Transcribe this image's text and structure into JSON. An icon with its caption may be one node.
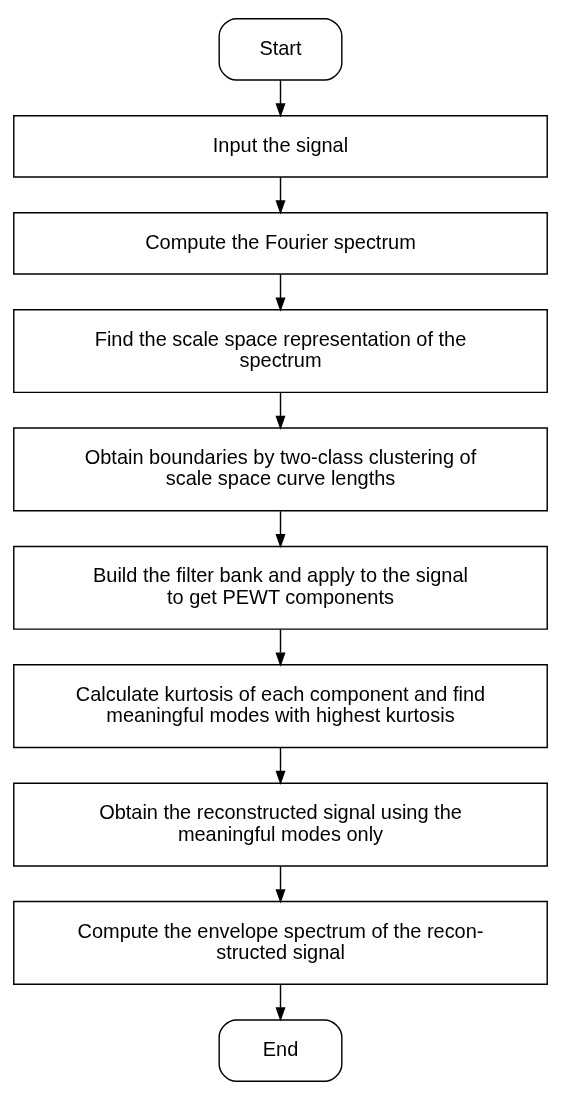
{
  "diagram": {
    "nodes": [
      {
        "text": [
          "Start"
        ]
      },
      {
        "text": [
          "Input the signal"
        ]
      },
      {
        "text": [
          "Compute the Fourier spectrum"
        ]
      },
      {
        "text": [
          "Find the scale space representation of the spectrum"
        ]
      },
      {
        "text": [
          "Obtain boundaries by two-class clustering of scale space curve lengths"
        ]
      },
      {
        "text": [
          "Build the filter bank and apply to the signal to get PEWT components"
        ]
      },
      {
        "text": [
          "Calculate kurtosis of each component and find meaningful modes with highest kurtosis"
        ]
      },
      {
        "text": [
          "Obtain the reconstructed signal using the meaningful modes only"
        ]
      },
      {
        "text": [
          "Compute the envelope spectrum of the recon- structed signal"
        ]
      },
      {
        "text": [
          "End"
        ]
      }
    ],
    "edges": [
      {
        "from": 0,
        "to": 1,
        "arrow": "to"
      },
      {
        "from": 1,
        "to": 2,
        "arrow": "to"
      },
      {
        "from": 2,
        "to": 3,
        "arrow": "to"
      },
      {
        "from": 3,
        "to": 4,
        "arrow": "to"
      },
      {
        "from": 4,
        "to": 5,
        "arrow": "to"
      },
      {
        "from": 5,
        "to": 6,
        "arrow": "to"
      },
      {
        "from": 6,
        "to": 7,
        "arrow": "to"
      },
      {
        "from": 7,
        "to": 8,
        "arrow": "to"
      },
      {
        "from": 8,
        "to": 9,
        "arrow": "to"
      }
    ]
  }
}
